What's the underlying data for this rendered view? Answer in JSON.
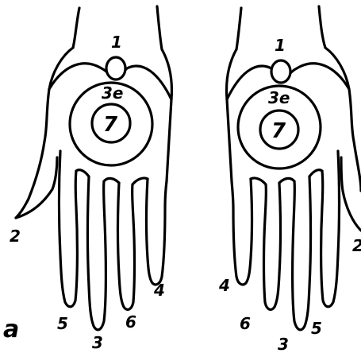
{
  "hands": [
    {
      "side": "left-hand-diagram",
      "labels": {
        "n1": "1",
        "n2": "2",
        "n3e": "3e",
        "n3": "3",
        "n4": "4",
        "n5": "5",
        "n6": "6",
        "n7": "7"
      }
    },
    {
      "side": "right-hand-diagram",
      "labels": {
        "n1": "1",
        "n2": "2",
        "n3e": "3e",
        "n3": "3",
        "n4": "4",
        "n5": "5",
        "n6": "6",
        "n7": "7"
      }
    }
  ],
  "caption": "а"
}
